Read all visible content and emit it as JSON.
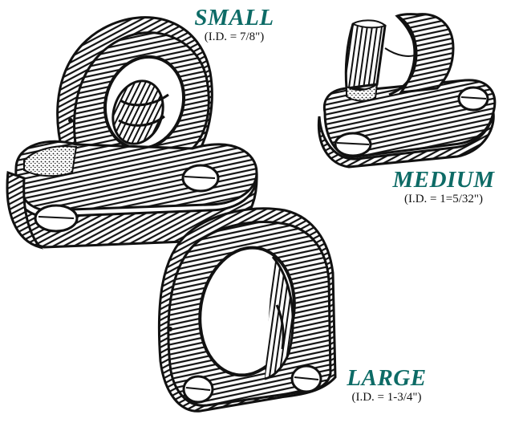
{
  "labels": {
    "small": {
      "name": "SMALL",
      "id_text": "(I.D. = 7/8\")"
    },
    "medium": {
      "name": "MEDIUM",
      "id_text": "(I.D. = 1=5/32\")"
    },
    "large": {
      "name": "LARGE",
      "id_text": "(I.D. = 1-3/4\")"
    }
  },
  "colors": {
    "label_color": "#0d6b66",
    "ink": "#111111",
    "background": "#ffffff"
  }
}
